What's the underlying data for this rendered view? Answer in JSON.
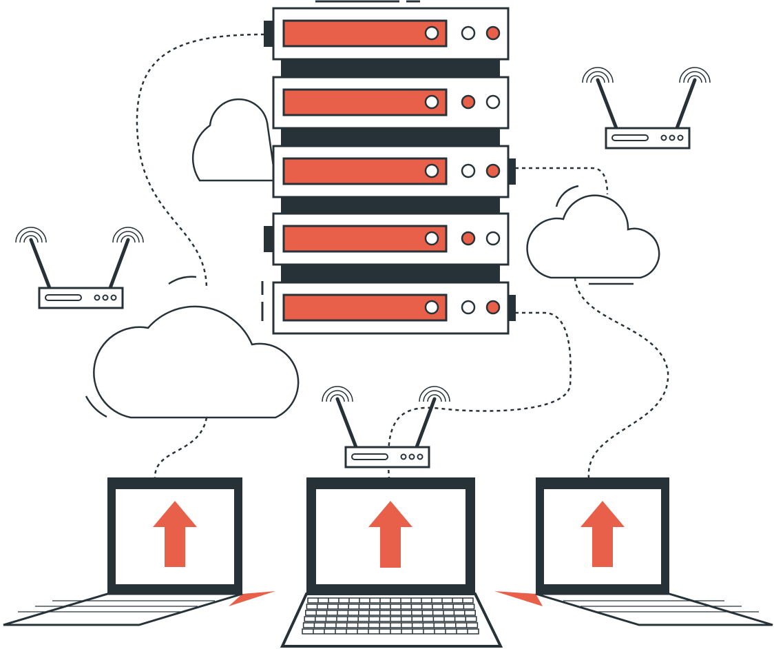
{
  "illustration": {
    "subject": "network",
    "server_units": 5,
    "laptops": 3,
    "routers": 3,
    "clouds": 3
  },
  "colors": {
    "dark": "#263238",
    "accent": "#E8604A",
    "background": "#FFFFFF"
  },
  "icons": [
    "server-rack-icon",
    "cloud-icon",
    "router-icon",
    "laptop-icon",
    "upload-arrow-icon"
  ]
}
